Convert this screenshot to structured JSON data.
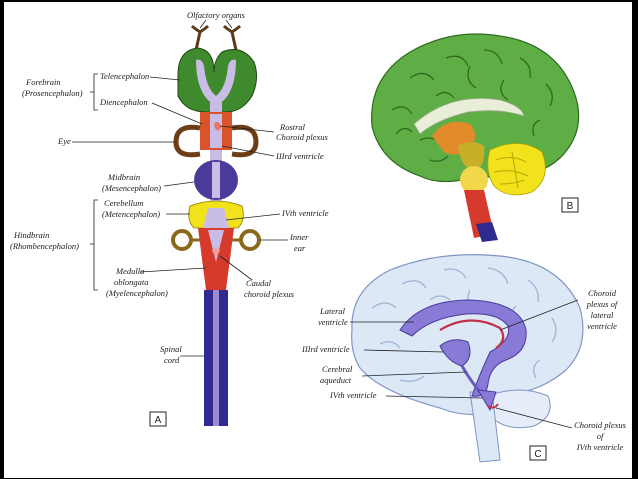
{
  "panels": {
    "a": "A",
    "b": "B",
    "c": "C"
  },
  "colors": {
    "background": "#ffffff",
    "forebrain": "#3f8a2c",
    "ventricle": "#b8a6d8",
    "diencephalon": "#d9542a",
    "midbrain": "#4a3a9a",
    "cerebellum": "#f2e21c",
    "medulla": "#d63a2c",
    "spinal_cord": "#2e2a8f",
    "cortex_b": "#5fae45",
    "cortex_c": "#dde8f7"
  },
  "panel_a": {
    "olfactory": "Olfactory organs",
    "forebrain": [
      "Forebrain",
      "(Prosencephalon)"
    ],
    "telencephalon": "Telencephalon",
    "diencephalon": "Diencephalon",
    "eye": "Eye",
    "rostral_choroid": [
      "Rostral",
      "Choroid plexus"
    ],
    "third_ventricle": "IIIrd ventricle",
    "midbrain": [
      "Midbrain",
      "(Mesencephalon)"
    ],
    "cerebellum": [
      "Cerebellum",
      "(Metencephalon)"
    ],
    "fourth_ventricle": "IVth ventricle",
    "hindbrain": [
      "Hindbrain",
      "(Rhombencephalon)"
    ],
    "inner_ear": [
      "Inner",
      "ear"
    ],
    "medulla": [
      "Medulla",
      "oblongata",
      "(Myelencephalon)"
    ],
    "caudal_choroid": [
      "Caudal",
      "choroid plexus"
    ],
    "spinal_cord": [
      "Spinal",
      "cord"
    ]
  },
  "panel_c": {
    "lateral_ventricle": [
      "Lateral",
      "ventricle"
    ],
    "third_ventricle": "IIIrd ventricle",
    "cerebral_aqueduct": [
      "Cerebral",
      "aqueduct"
    ],
    "fourth_ventricle": "IVth ventricle",
    "choroid_lateral": [
      "Choroid",
      "plexus of",
      "lateral",
      "ventricle"
    ],
    "choroid_fourth": [
      "Choroid plexus",
      "of",
      "IVth ventricle"
    ]
  }
}
